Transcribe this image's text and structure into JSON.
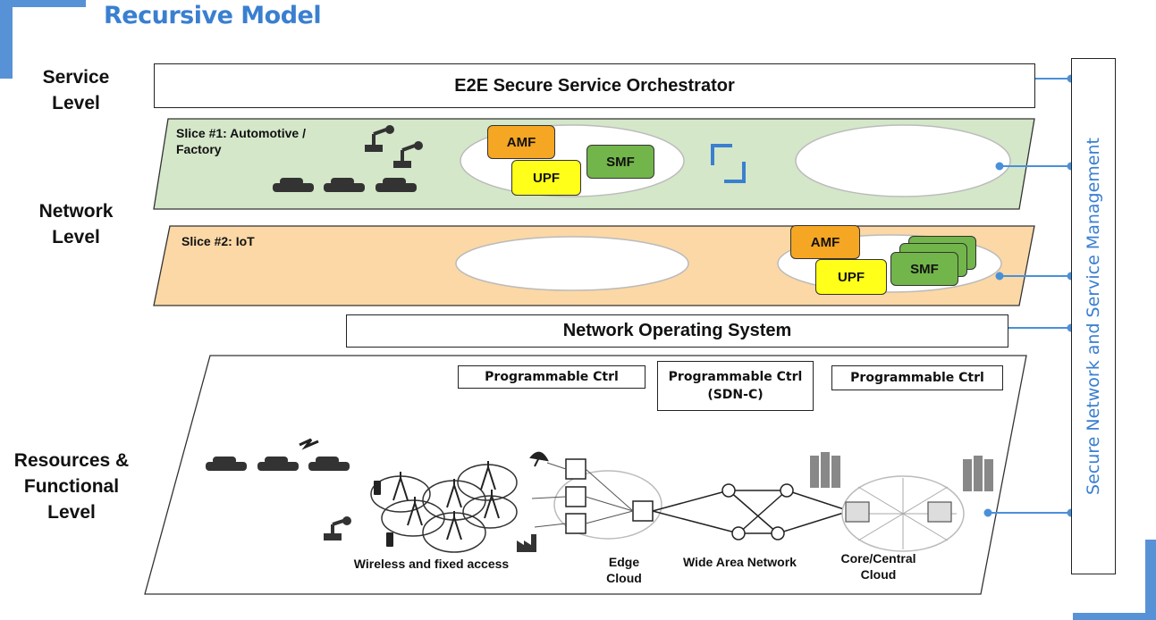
{
  "title": "Recursive Model",
  "levels": {
    "service": "Service\nLevel",
    "network": "Network\nLevel",
    "resources": "Resources &\nFunctional\nLevel"
  },
  "orchestrator": "E2E Secure Service Orchestrator",
  "management": "Secure Network and Service Management",
  "slice1": {
    "label": "Slice #1: Automotive /\nFactory",
    "amf": "AMF",
    "upf": "UPF",
    "smf": "SMF"
  },
  "slice2": {
    "label": "Slice #2: IoT",
    "amf": "AMF",
    "upf": "UPF",
    "smf": "SMF"
  },
  "nos": "Network Operating System",
  "controllers": [
    "Programmable Ctrl",
    "Programmable Ctrl\n(SDN-C)",
    "Programmable Ctrl"
  ],
  "captions": {
    "access": "Wireless and fixed access",
    "edge": "Edge\nCloud",
    "wan": "Wide Area Network",
    "core": "Core/Central\nCloud"
  },
  "colors": {
    "accent": "#3a7fd0",
    "slice1_bg": "#d4e7c9",
    "slice2_bg": "#fbd8a6",
    "amf": "#f5a623",
    "upf": "#ffff1a",
    "smf": "#72b54a",
    "connector": "#4a90d9"
  }
}
